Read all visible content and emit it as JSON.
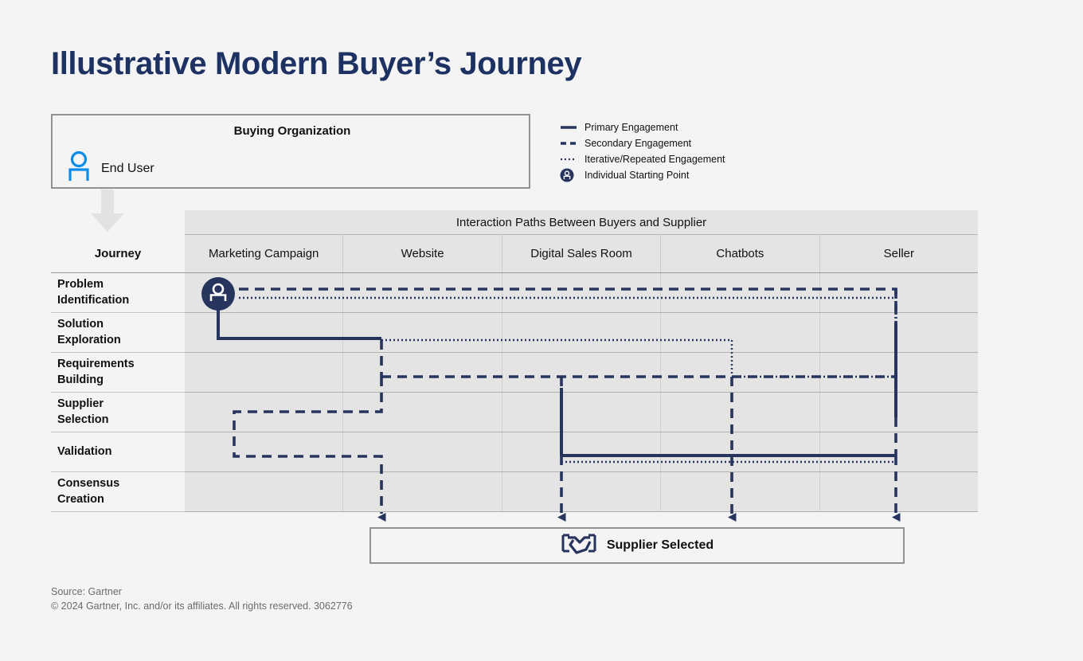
{
  "page": {
    "title": "Illustrative Modern Buyer’s Journey",
    "accent_navy": "#1d3262",
    "line_navy": "#26345e",
    "end_user_blue": "#0c8ce9",
    "background": "#f4f4f4",
    "cell_fill": "#e4e4e4",
    "border_grey": "#8d9295"
  },
  "buying_organization": {
    "title": "Buying Organization",
    "end_user_label": "End User",
    "end_user_icon": "person-icon",
    "down_arrow_icon": "arrow-down-icon"
  },
  "legend": {
    "items": [
      {
        "label": "Primary Engagement",
        "style": "solid",
        "icon": "solid-line-icon"
      },
      {
        "label": "Secondary Engagement",
        "style": "dashed",
        "icon": "dashed-line-icon"
      },
      {
        "label": "Iterative/Repeated Engagement",
        "style": "dotted",
        "icon": "dotted-line-icon"
      },
      {
        "label": "Individual Starting Point",
        "style": "marker",
        "icon": "start-point-icon"
      }
    ]
  },
  "matrix": {
    "supergroup_header": "Interaction Paths Between Buyers and Supplier",
    "journey_header": "Journey",
    "columns": [
      "Marketing Campaign",
      "Website",
      "Digital Sales Room",
      "Chatbots",
      "Seller"
    ],
    "rows": [
      {
        "line1": "Problem",
        "line2": "Identification"
      },
      {
        "line1": "Solution",
        "line2": "Exploration"
      },
      {
        "line1": "Requirements",
        "line2": "Building"
      },
      {
        "line1": "Supplier",
        "line2": "Selection"
      },
      {
        "line1": "Validation",
        "line2": ""
      },
      {
        "line1": "Consensus",
        "line2": "Creation"
      }
    ]
  },
  "outcome": {
    "label": "Supplier Selected",
    "icon": "handshake-icon"
  },
  "footer": {
    "source": "Source: Gartner",
    "copyright": "© 2024 Gartner, Inc. and/or its affiliates. All rights reserved. 3062776"
  },
  "chart_data": {
    "type": "diagram",
    "title": "Illustrative Modern Buyer’s Journey",
    "x_categories": [
      "Marketing Campaign",
      "Website",
      "Digital Sales Room",
      "Chatbots",
      "Seller"
    ],
    "y_categories": [
      "Problem Identification",
      "Solution Exploration",
      "Requirements Building",
      "Supplier Selection",
      "Validation",
      "Consensus Creation"
    ],
    "start_point": {
      "column": "Marketing Campaign",
      "row": "Problem Identification"
    },
    "paths": [
      {
        "style": "dashed",
        "row": "Problem Identification",
        "from": "Marketing Campaign",
        "to": "Seller"
      },
      {
        "style": "dotted",
        "row": "Problem Identification",
        "from": "Marketing Campaign",
        "to": "Seller"
      },
      {
        "style": "solid",
        "row": "Solution Exploration",
        "from": "Marketing Campaign",
        "to": "Website"
      },
      {
        "style": "dotted",
        "row": "Solution Exploration",
        "from": "Website",
        "to": "Chatbots"
      },
      {
        "style": "dashed",
        "row": "Requirements Building",
        "from": "Website",
        "to": "Chatbots"
      },
      {
        "style": "dotted",
        "row": "Requirements Building",
        "from": "Chatbots",
        "to": "Seller"
      },
      {
        "style": "dashed",
        "row": "Supplier Selection",
        "from": "Website",
        "to": "Marketing Campaign"
      },
      {
        "style": "dashed",
        "row": "Validation",
        "from": "Marketing Campaign",
        "to": "Website"
      },
      {
        "style": "solid",
        "row": "Validation",
        "from": "Digital Sales Room",
        "to": "Seller"
      },
      {
        "style": "dotted",
        "row": "Validation",
        "from": "Digital Sales Room",
        "to": "Seller"
      }
    ],
    "terminals": [
      "Website",
      "Digital Sales Room",
      "Chatbots",
      "Seller"
    ],
    "outcome": "Supplier Selected"
  }
}
